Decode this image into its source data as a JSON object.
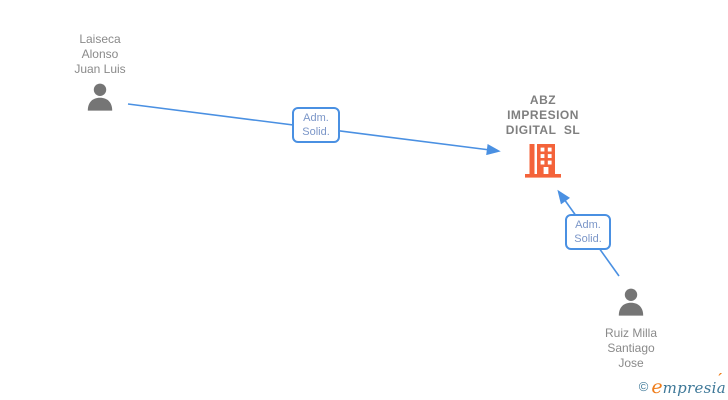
{
  "colors": {
    "arrow-blue": "#4a90e2",
    "label-text": "#7b96c8",
    "node-gray": "#8a8a8a",
    "company-gray": "#7f7f7f",
    "icon-gray": "#757575",
    "company-orange": "#f4633a",
    "brand-orange": "#ef7d1a",
    "brand-teal": "#3e7898"
  },
  "nodes": {
    "person1": {
      "line1": "Laiseca",
      "line2": "Alonso",
      "line3": "Juan Luis",
      "icon": "person-icon"
    },
    "company": {
      "line1": "ABZ",
      "line2": "IMPRESION",
      "line3": "DIGITAL  SL",
      "icon": "building-icon"
    },
    "person2": {
      "line1": "Ruiz Milla",
      "line2": "Santiago",
      "line3": "Jose",
      "icon": "person-icon"
    }
  },
  "edges": {
    "edge1": {
      "label_line1": "Adm.",
      "label_line2": "Solid."
    },
    "edge2": {
      "label_line1": "Adm.",
      "label_line2": "Solid."
    }
  },
  "watermark": {
    "copyright": "©",
    "brand_initial": "e",
    "brand_rest": "mpresia",
    "accent": "´"
  }
}
